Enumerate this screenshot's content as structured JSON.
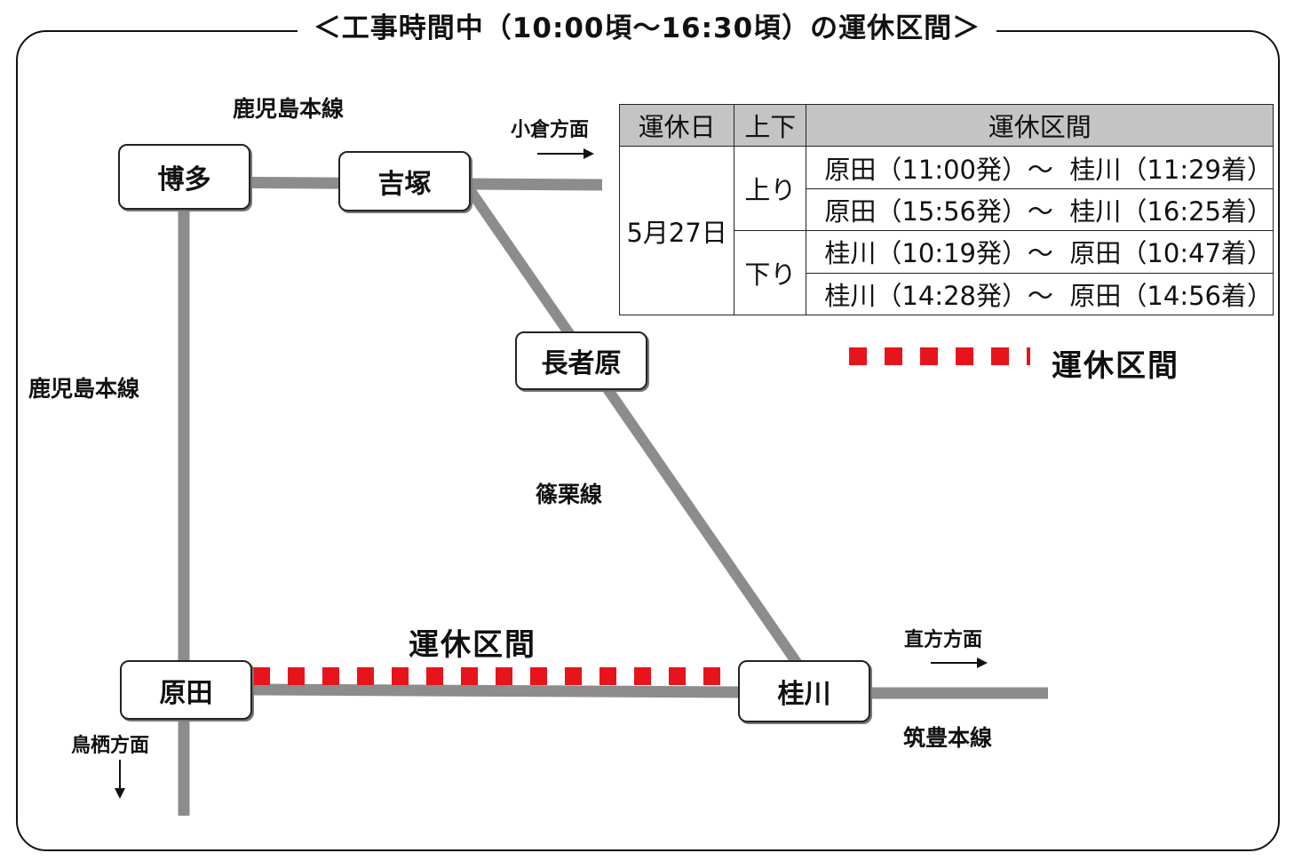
{
  "title": "＜工事時間中（10:00頃～16:30頃）の運休区間＞",
  "stations": {
    "hakata": "博多",
    "yoshizuka": "吉塚",
    "chojabaru": "長者原",
    "haruda": "原田",
    "keisen": "桂川"
  },
  "lines": {
    "kagoshima_top": "鹿児島本線",
    "kagoshima_left": "鹿児島本線",
    "sasaguri": "篠栗線",
    "chikuho": "筑豊本線"
  },
  "directions": {
    "kokura": "小倉方面",
    "nogata": "直方方面",
    "tosu": "鳥栖方面"
  },
  "suspended_label": "運休区間",
  "legend": {
    "label": "運休区間",
    "color": "#e8141b"
  },
  "table": {
    "headers": [
      "運休日",
      "上下",
      "運休区間"
    ],
    "date": "5月27日",
    "groups": [
      {
        "direction": "上り",
        "rows": [
          {
            "from": "原田（11:00発）",
            "sep": "～",
            "to": "桂川（11:29着）"
          },
          {
            "from": "原田（15:56発）",
            "sep": "～",
            "to": "桂川（16:25着）"
          }
        ]
      },
      {
        "direction": "下り",
        "rows": [
          {
            "from": "桂川（10:19発）",
            "sep": "～",
            "to": "原田（10:47着）"
          },
          {
            "from": "桂川（14:28発）",
            "sep": "～",
            "to": "原田（14:56着）"
          }
        ]
      }
    ]
  },
  "colors": {
    "track": "#8c8c8c",
    "suspended": "#e8141b",
    "header_bg": "#c4c4c4"
  }
}
